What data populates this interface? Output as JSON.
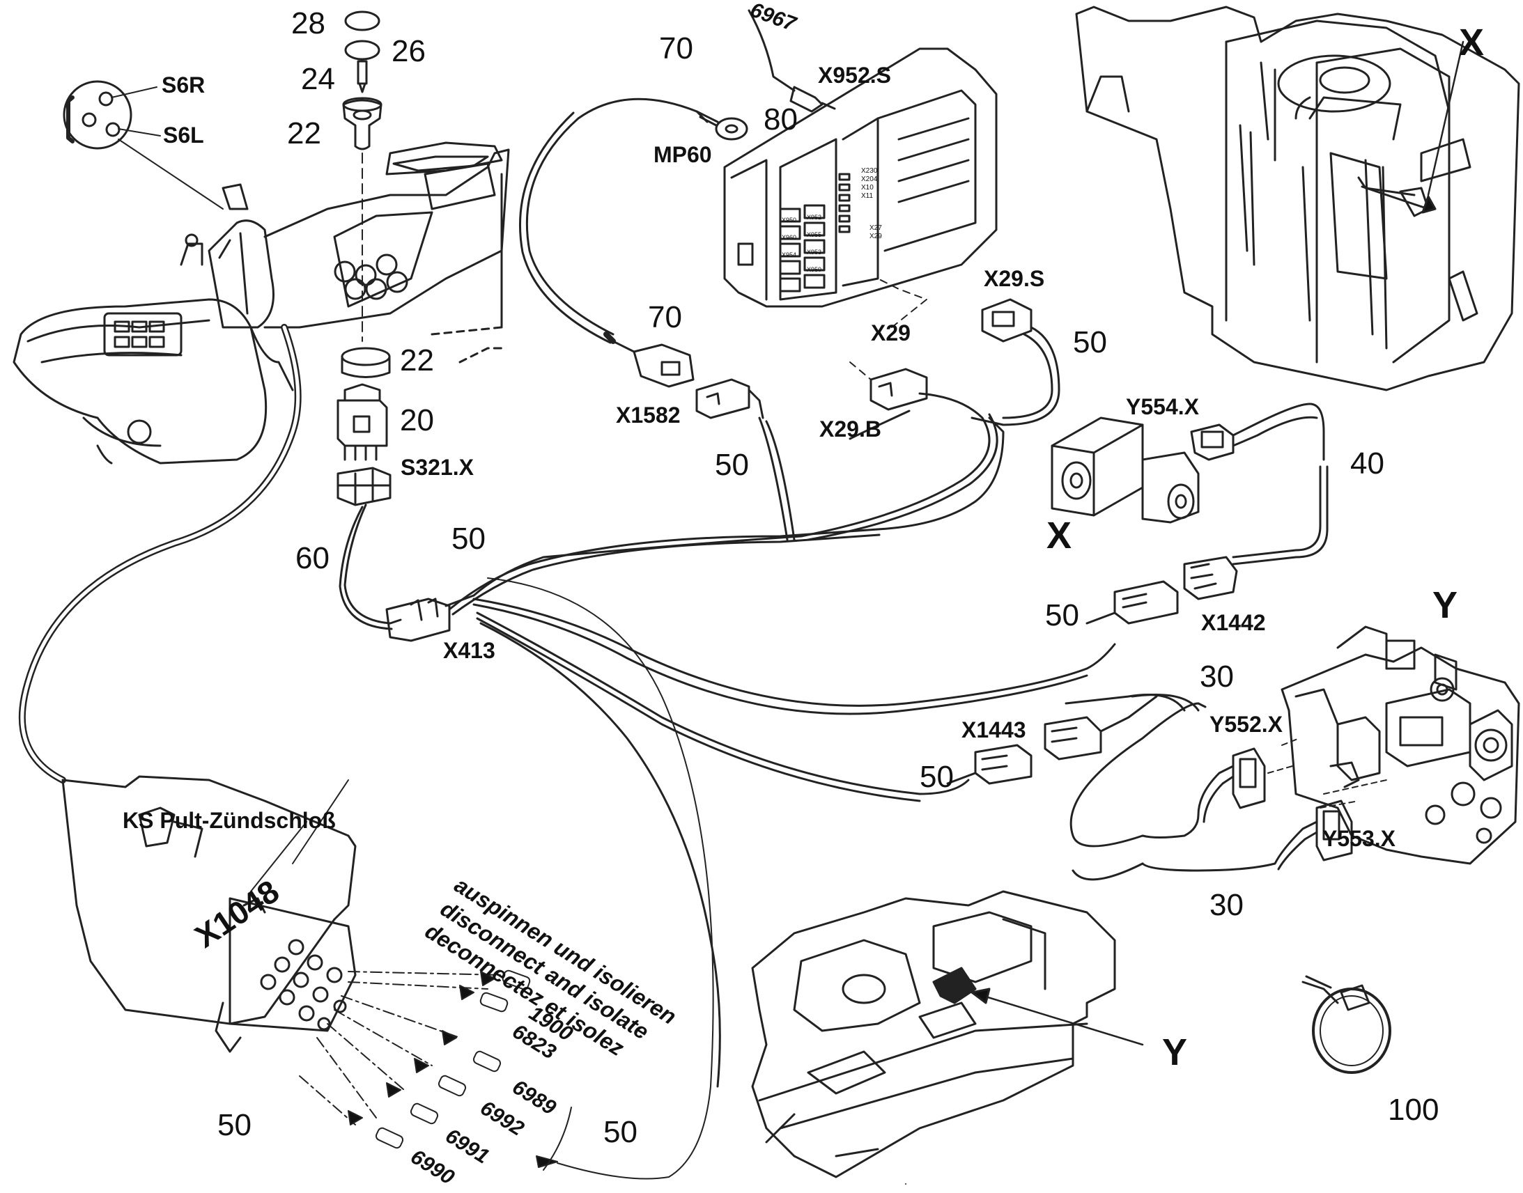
{
  "title": "KS Pult-Zündschloß",
  "connector_main": "X1048",
  "instruction": {
    "de": "auspinnen und isolieren",
    "en": "disconnect and isolate",
    "fr": "deconnectez et isolez"
  },
  "part_numbers": {
    "p28": "28",
    "p26": "26",
    "p24": "24",
    "p22a": "22",
    "p22b": "22",
    "p20": "20",
    "p70a": "70",
    "p70b": "70",
    "p80": "80",
    "p50a": "50",
    "p50b": "50",
    "p50c": "50",
    "p50d": "50",
    "p50e": "50",
    "p50f": "50",
    "p50g": "50",
    "p50h": "50",
    "p60": "60",
    "p40": "40",
    "p30a": "30",
    "p30b": "30",
    "p100": "100"
  },
  "connectors": {
    "s6r": "S6R",
    "s6l": "S6L",
    "s321": "S321.X",
    "x952s": "X952.S",
    "mp60": "MP60",
    "x29": "X29",
    "x29s": "X29.S",
    "x29b": "X29.B",
    "x1582": "X1582",
    "x413": "X413",
    "y554": "Y554.X",
    "x1442": "X1442",
    "x1443": "X1443",
    "y552": "Y552.X",
    "y553": "Y553.X"
  },
  "views": {
    "x_top": "X",
    "x_mid": "X",
    "y_right": "Y",
    "y_bottom": "Y"
  },
  "wires": {
    "w6967": "6967",
    "w1900": "1900",
    "w6823": "6823",
    "w6989": "6989",
    "w6992": "6992",
    "w6991": "6991",
    "w6990": "6990"
  },
  "rack_labels": [
    "X230",
    "X204",
    "X10",
    "X11",
    "X27",
    "X29",
    "X950",
    "X960",
    "X954",
    "X952",
    "X955",
    "X953",
    "X950"
  ]
}
